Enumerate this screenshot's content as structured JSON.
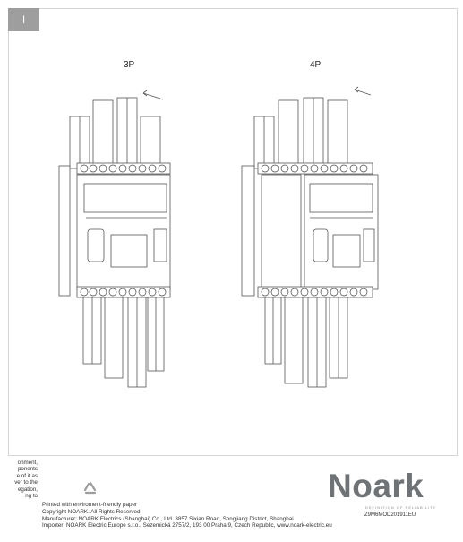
{
  "section": {
    "tab_label": "I"
  },
  "figures": {
    "left_label": "3P",
    "right_label": "4P"
  },
  "footer": {
    "left_fragment_lines": [
      "onment,",
      "ponents",
      "e of it as",
      "ver to the",
      "egation,",
      "ng to"
    ],
    "lines": [
      "Printed with enviroment-friendly paper",
      "Copyright NOARK. All Rights Reserved",
      "Manufacturer: NOARK Electrics (Shanghai) Co., Ltd. 3857 Sixian Road, Songjiang District, Shanghai",
      "Importer: NOARK Electric Europe s.r.o., Sezemická 2757/2, 193 00 Praha 9, Czech Republic, www.noark-electric.eu"
    ],
    "brand": "Noark",
    "tagline": "DEFINITION OF RELIABILITY",
    "doc_id": "Z9M6MOD201911EU"
  },
  "icons": {
    "recycle": "recycle-icon"
  }
}
